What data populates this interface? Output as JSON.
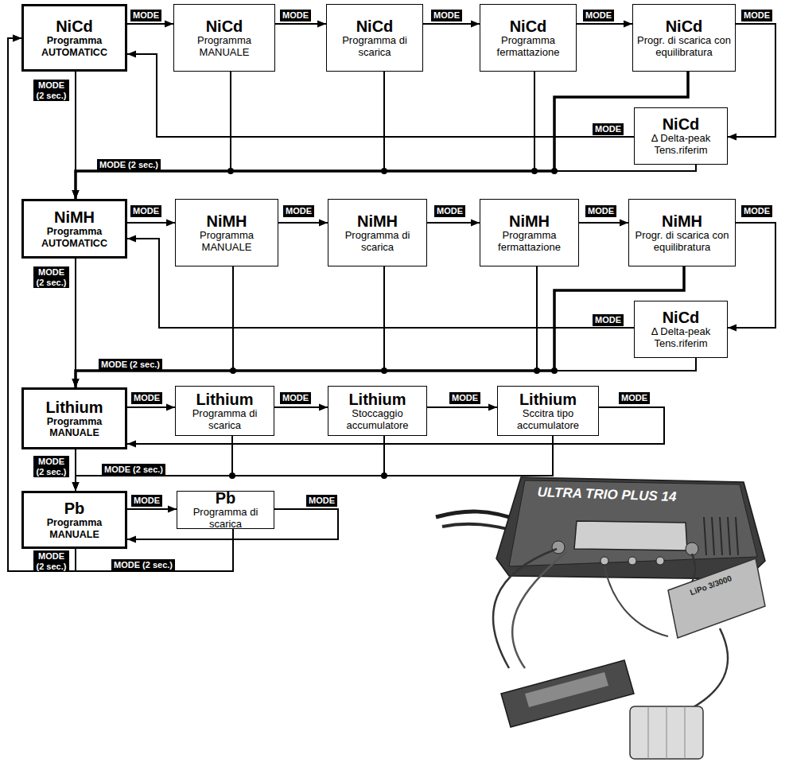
{
  "diagram": {
    "nodes": [
      {
        "text": [
          "NiCd",
          "Programma AUTOMATICC"
        ]
      },
      {
        "text": [
          "NiCd",
          "Programma MANUALE"
        ]
      },
      {
        "text": [
          "NiCd",
          "Programma di scarica"
        ]
      },
      {
        "text": [
          "NiCd",
          "Programma fermattazione"
        ]
      },
      {
        "text": [
          "NiCd",
          "Progr. di scarica con equilibratura"
        ]
      },
      {
        "text": [
          "NiCd",
          "Δ Delta-peak Tens.riferim"
        ]
      },
      {
        "text": [
          "NiMH",
          "Programma AUTOMATICC"
        ]
      },
      {
        "text": [
          "NiMH",
          "Programma MANUALE"
        ]
      },
      {
        "text": [
          "NiMH",
          "Programma di scarica"
        ]
      },
      {
        "text": [
          "NiMH",
          "Programma fermattazione"
        ]
      },
      {
        "text": [
          "NiMH",
          "Progr. di scarica con equilibratura"
        ]
      },
      {
        "text": [
          "NiCd",
          "Δ Delta-peak Tens.riferim"
        ]
      },
      {
        "text": [
          "Lithium",
          "Programma MANUALE"
        ]
      },
      {
        "text": [
          "Lithium",
          "Programma di scarica"
        ]
      },
      {
        "text": [
          "Lithium",
          "Stoccaggio accumulatore"
        ]
      },
      {
        "text": [
          "Lithium",
          "Sccitra tipo accumulatore"
        ]
      },
      {
        "text": [
          "Pb",
          "Programma MANUALE"
        ]
      },
      {
        "text": [
          "Pb",
          "Programma di scarica"
        ]
      }
    ],
    "edges": [
      {
        "from": 0,
        "to": 1,
        "arrow": "to",
        "label": "MODE"
      },
      {
        "from": 1,
        "to": 2,
        "arrow": "to",
        "label": "MODE"
      },
      {
        "from": 2,
        "to": 3,
        "arrow": "to",
        "label": "MODE"
      },
      {
        "from": 3,
        "to": 4,
        "arrow": "to",
        "label": "MODE"
      },
      {
        "from": 4,
        "to": 5,
        "arrow": "to",
        "label": "MODE"
      },
      {
        "from": 5,
        "to": 0,
        "arrow": "to",
        "label": "MODE"
      },
      {
        "from": 0,
        "to": 6,
        "arrow": "to",
        "label": "MODE (2 sec.)"
      },
      {
        "from": 1,
        "to": 6,
        "arrow": "to",
        "label": "MODE (2 sec.)"
      },
      {
        "from": 2,
        "to": 6,
        "arrow": "to"
      },
      {
        "from": 3,
        "to": 6,
        "arrow": "to"
      },
      {
        "from": 4,
        "to": 6,
        "arrow": "to"
      },
      {
        "from": 5,
        "to": 6,
        "arrow": "to"
      },
      {
        "from": 6,
        "to": 7,
        "arrow": "to",
        "label": "MODE"
      },
      {
        "from": 7,
        "to": 8,
        "arrow": "to",
        "label": "MODE"
      },
      {
        "from": 8,
        "to": 9,
        "arrow": "to",
        "label": "MODE"
      },
      {
        "from": 9,
        "to": 10,
        "arrow": "to",
        "label": "MODE"
      },
      {
        "from": 10,
        "to": 11,
        "arrow": "to",
        "label": "MODE"
      },
      {
        "from": 11,
        "to": 6,
        "arrow": "to",
        "label": "MODE"
      },
      {
        "from": 6,
        "to": 12,
        "arrow": "to",
        "label": "MODE (2 sec.)"
      },
      {
        "from": 7,
        "to": 12,
        "arrow": "to",
        "label": "MODE (2 sec.)"
      },
      {
        "from": 8,
        "to": 12,
        "arrow": "to"
      },
      {
        "from": 9,
        "to": 12,
        "arrow": "to"
      },
      {
        "from": 10,
        "to": 12,
        "arrow": "to"
      },
      {
        "from": 11,
        "to": 12,
        "arrow": "to"
      },
      {
        "from": 12,
        "to": 13,
        "arrow": "to",
        "label": "MODE"
      },
      {
        "from": 13,
        "to": 14,
        "arrow": "to",
        "label": "MODE"
      },
      {
        "from": 14,
        "to": 15,
        "arrow": "to",
        "label": "MODE"
      },
      {
        "from": 15,
        "to": 12,
        "arrow": "to",
        "label": "MODE"
      },
      {
        "from": 12,
        "to": 16,
        "arrow": "to",
        "label": "MODE (2 sec.)"
      },
      {
        "from": 13,
        "to": 16,
        "arrow": "to",
        "label": "MODE (2 sec.)"
      },
      {
        "from": 14,
        "to": 16,
        "arrow": "to"
      },
      {
        "from": 15,
        "to": 16,
        "arrow": "to"
      },
      {
        "from": 16,
        "to": 17,
        "arrow": "to",
        "label": "MODE"
      },
      {
        "from": 17,
        "to": 16,
        "arrow": "to",
        "label": "MODE"
      },
      {
        "from": 16,
        "to": 0,
        "arrow": "to",
        "label": "MODE (2 sec.)"
      },
      {
        "from": 17,
        "to": 0,
        "arrow": "to",
        "label": "MODE (2 sec.)"
      }
    ],
    "labels": [
      "ULTRA TRIO PLUS 14",
      "LiPo 3/3000"
    ]
  }
}
